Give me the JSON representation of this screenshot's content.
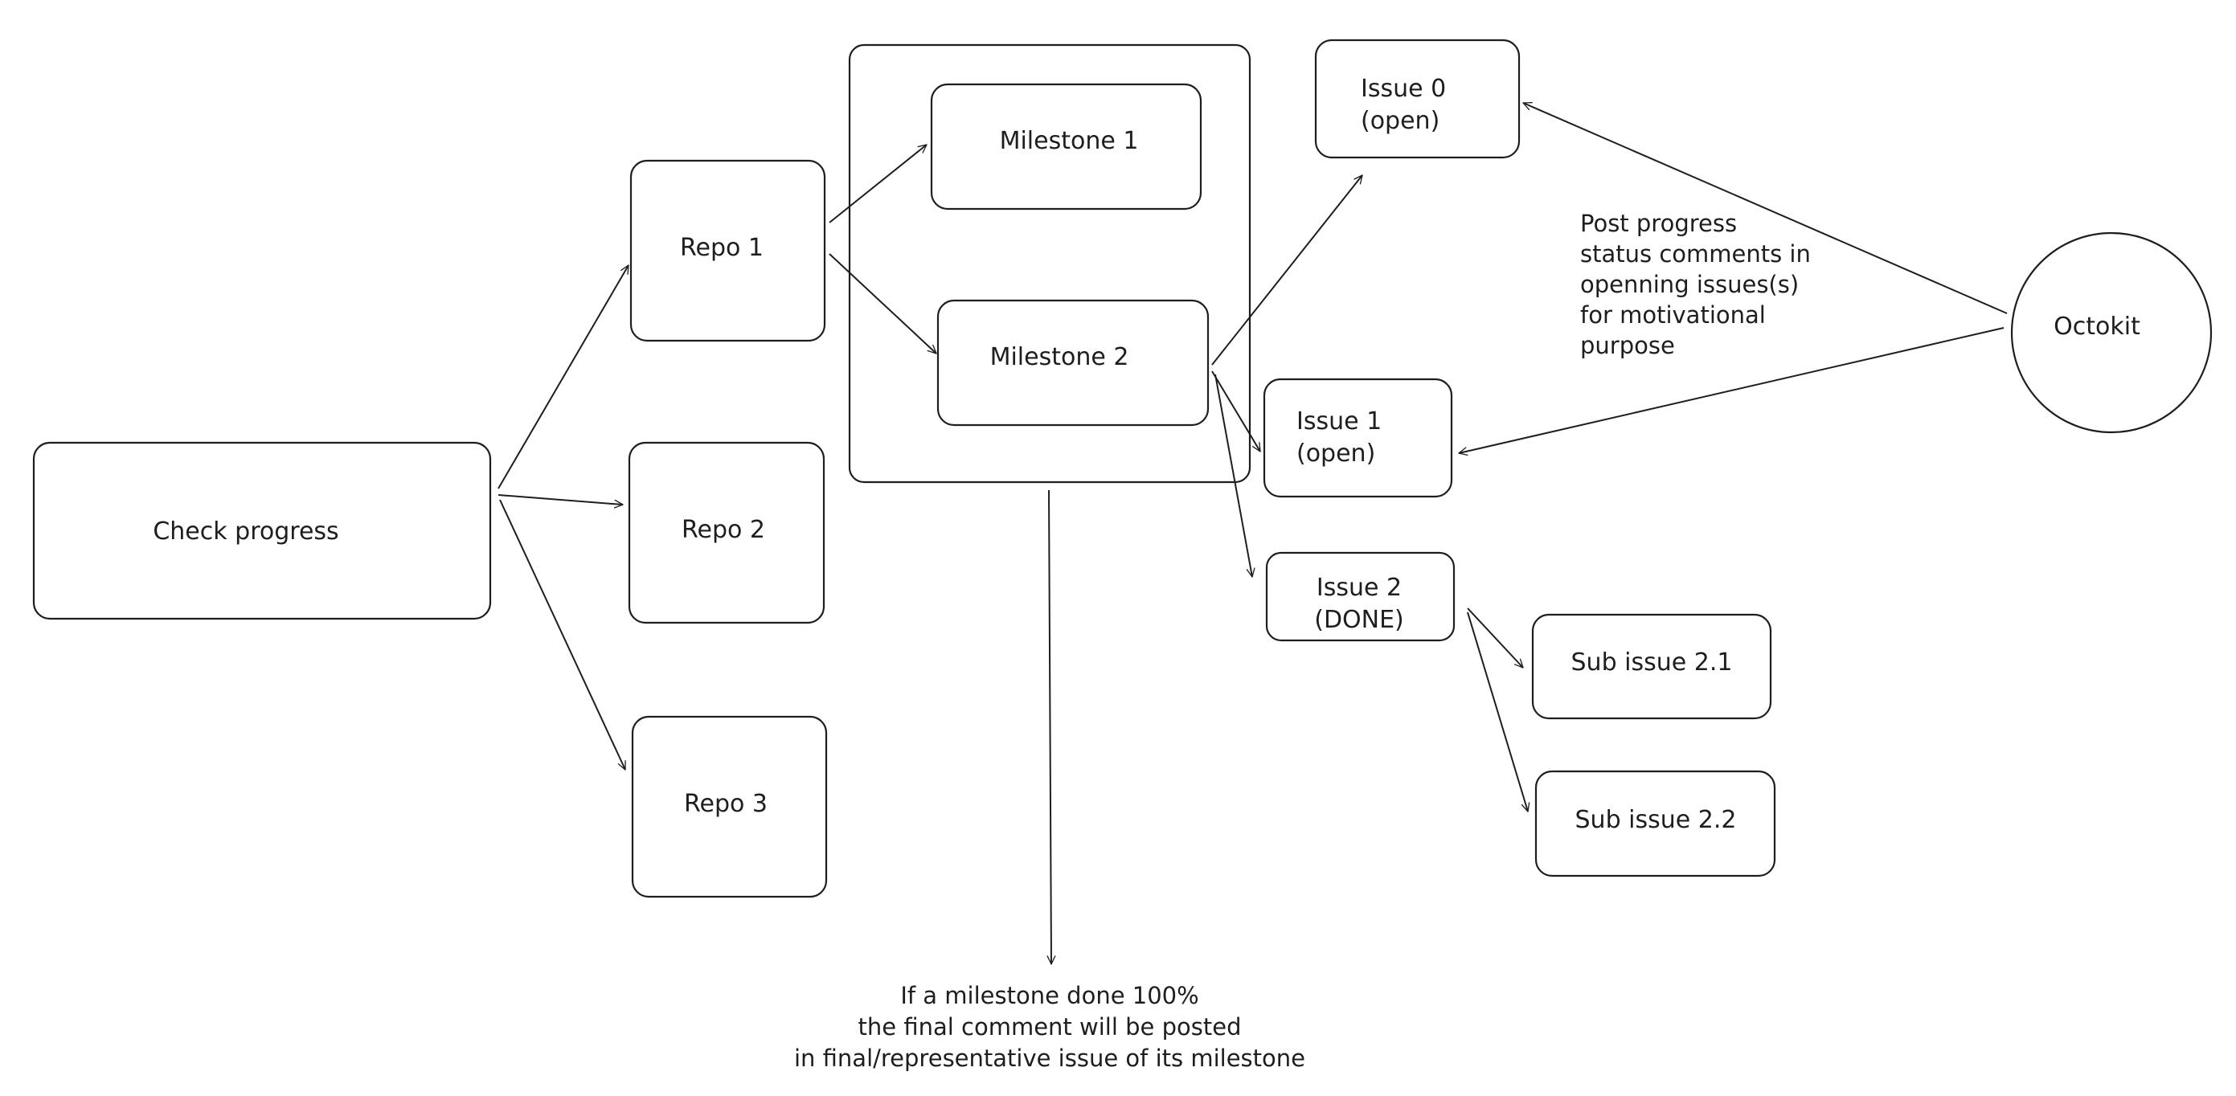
{
  "nodes": {
    "check_progress": "Check progress",
    "repo1": "Repo 1",
    "repo2": "Repo 2",
    "repo3": "Repo 3",
    "milestone1": "Milestone 1",
    "milestone2": "Milestone 2",
    "issue0": [
      "Issue 0",
      "(open)"
    ],
    "issue1": [
      "Issue 1",
      "(open)"
    ],
    "issue2": [
      "Issue 2",
      "(DONE)"
    ],
    "sub_issue_2_1": "Sub issue 2.1",
    "sub_issue_2_2": "Sub issue 2.2",
    "octokit": "Octokit"
  },
  "notes": {
    "octokit_note": [
      "Post progress",
      "status comments in",
      "openning issues(s)",
      "for motivational",
      "purpose"
    ],
    "milestone_note": [
      "If a milestone done 100%",
      "the final comment will be posted",
      "in final/representative issue of its milestone"
    ]
  }
}
